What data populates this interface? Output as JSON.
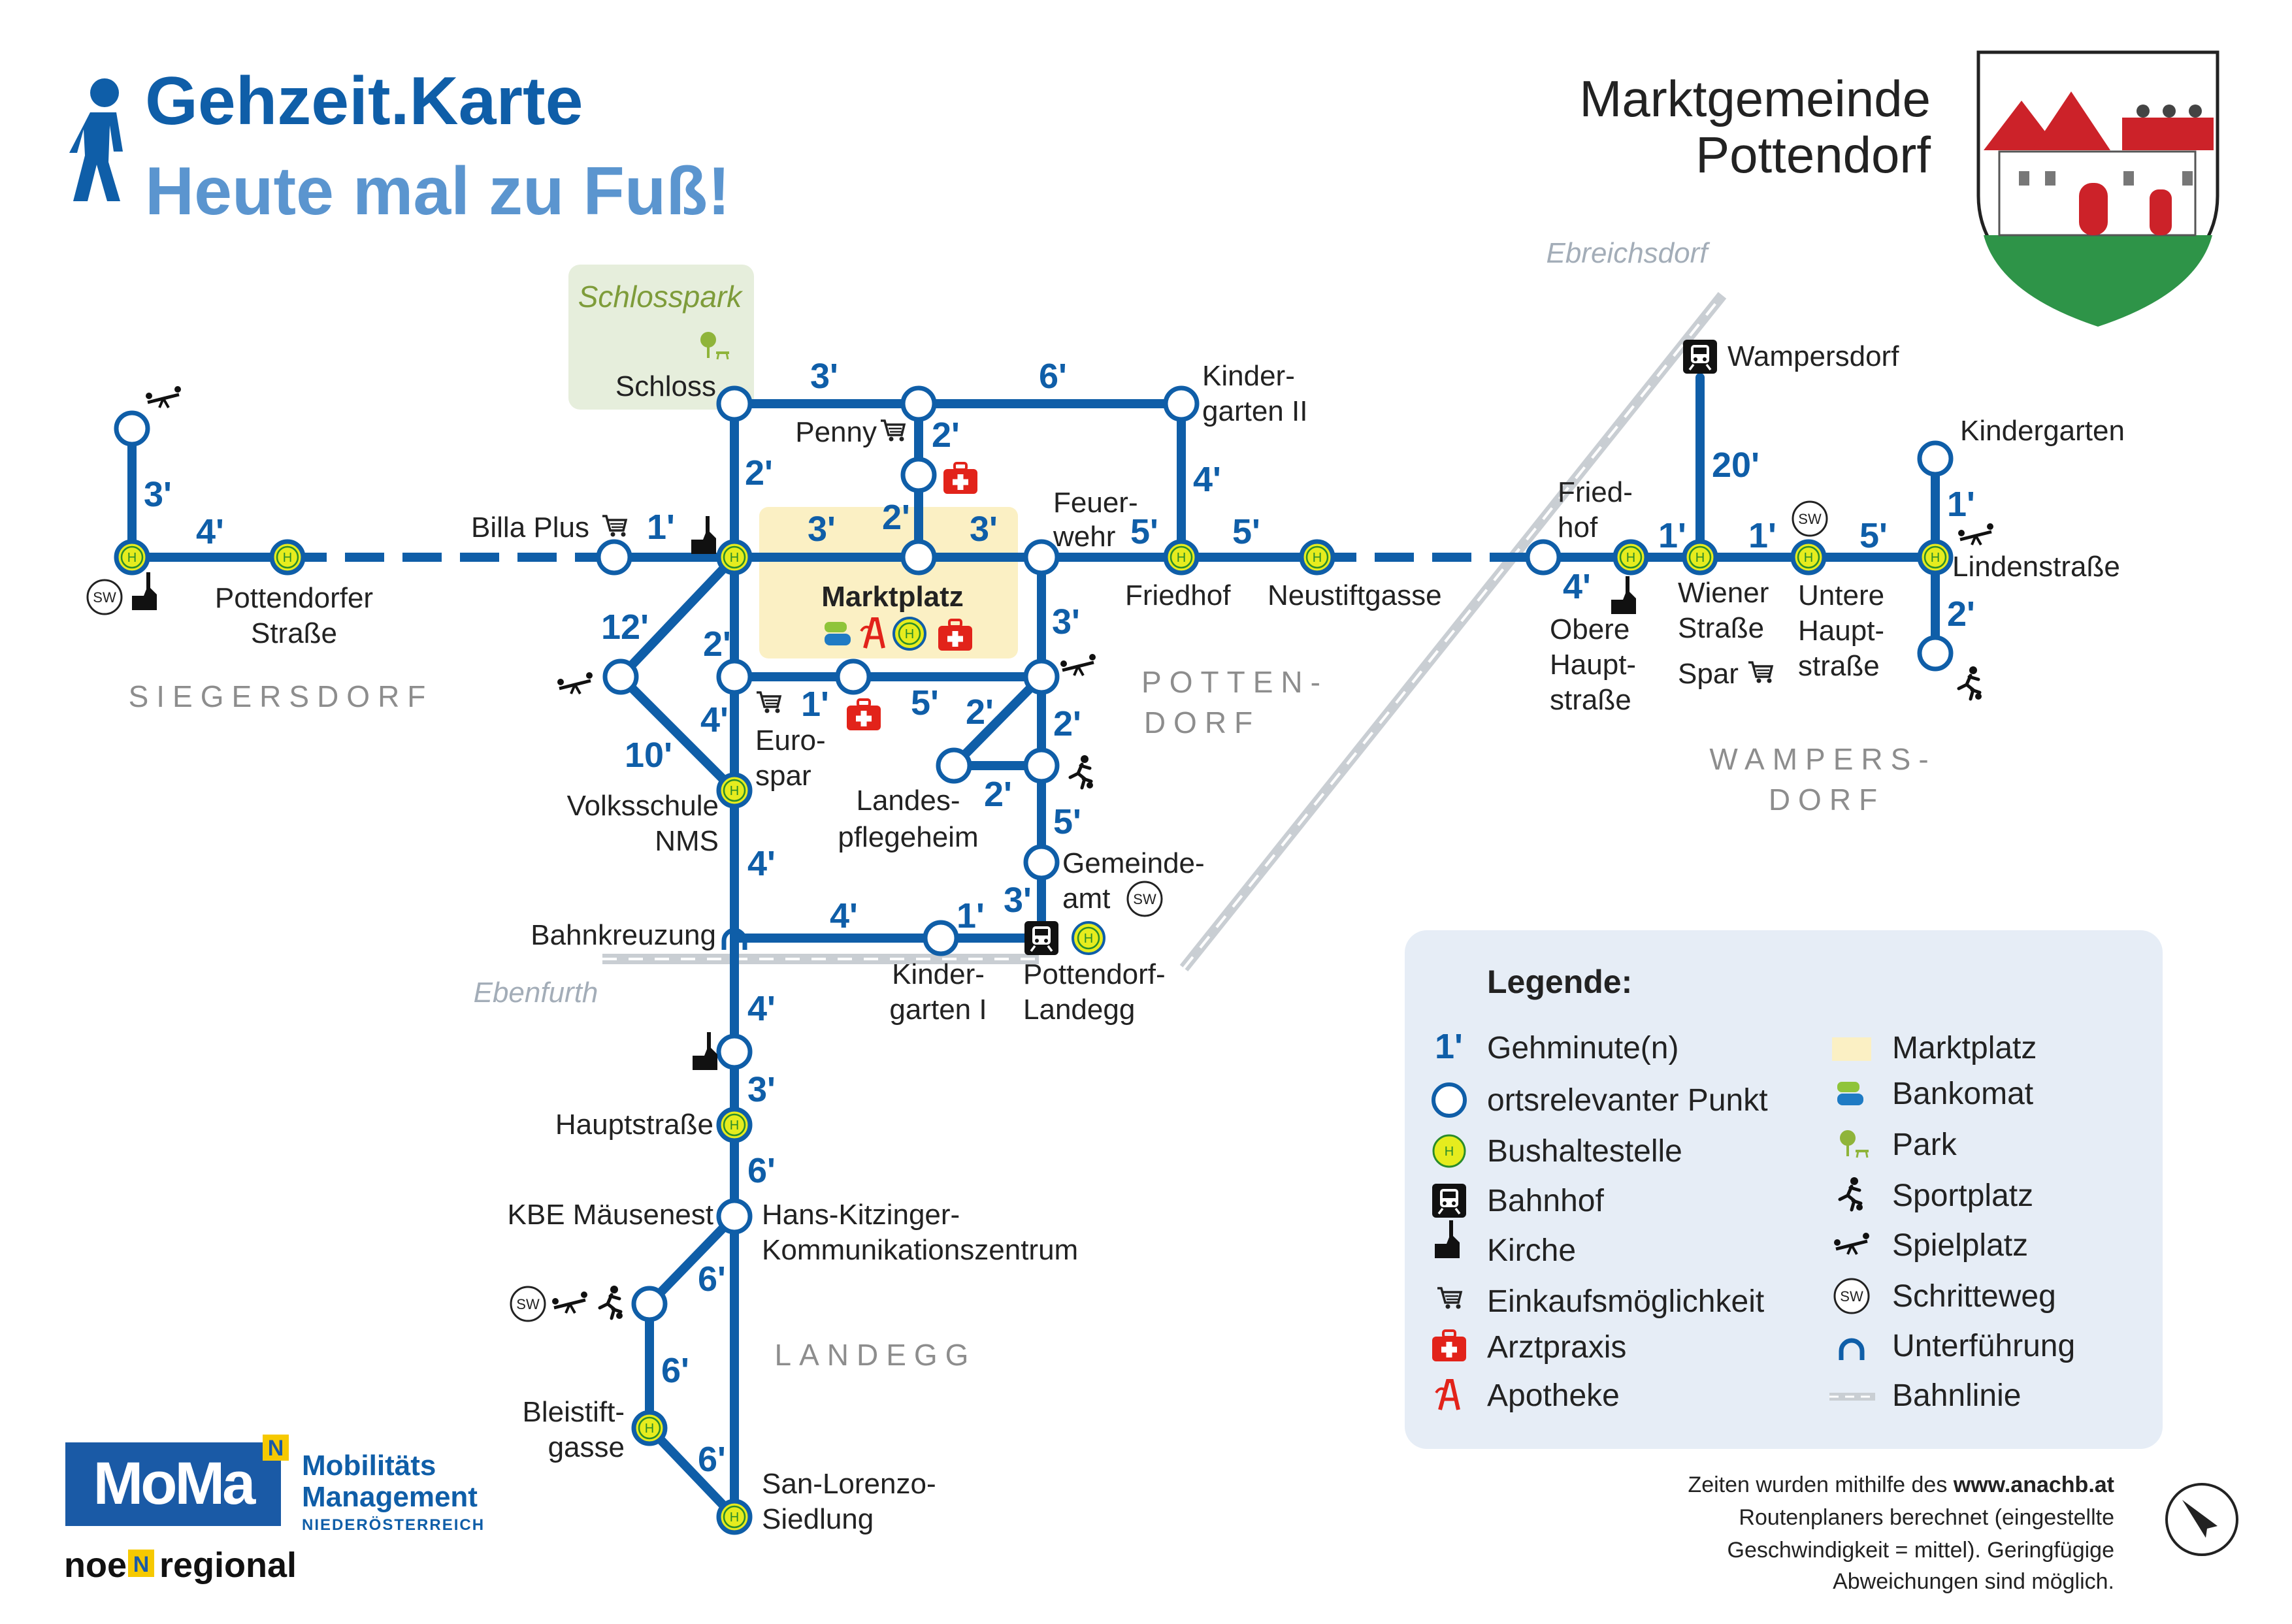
{
  "header": {
    "title": "Gehzeit.Karte",
    "subtitle": "Heute mal zu Fuß!",
    "municipality_line1": "Marktgemeinde",
    "municipality_line2": "Pottendorf"
  },
  "districts": {
    "siegersdorf": "SIEGERSDORF",
    "pottendorf_1": "POTTEN-",
    "pottendorf_2": "DORF",
    "wampersdorf_1": "WAMPERS-",
    "wampersdorf_2": "DORF",
    "landegg": "LANDEGG"
  },
  "rail_directions": {
    "ebreichsdorf": "Ebreichsdorf",
    "ebenfurth": "Ebenfurth"
  },
  "park_label": "Schlosspark",
  "places": {
    "schloss": "Schloss",
    "penny": "Penny",
    "kindergarten2_1": "Kinder-",
    "kindergarten2_2": "garten II",
    "billa_plus": "Billa Plus",
    "feuerwehr_1": "Feuer-",
    "feuerwehr_2": "wehr",
    "friedhof_1": "Friedhof",
    "neustiftgasse": "Neustiftgasse",
    "marktplatz": "Marktplatz",
    "pottendorfer_1": "Pottendorfer",
    "pottendorfer_2": "Straße",
    "eurospar_1": "Euro-",
    "eurospar_2": "spar",
    "volksschule_1": "Volksschule",
    "volksschule_2": "NMS",
    "landespflegeheim_1": "Landes-",
    "landespflegeheim_2": "pflegeheim",
    "gemeindeamt_1": "Gemeinde-",
    "gemeindeamt_2": "amt",
    "bahnkreuzung": "Bahnkreuzung",
    "kindergarten1_1": "Kinder-",
    "kindergarten1_2": "garten I",
    "pottendorf_landegg_1": "Pottendorf-",
    "pottendorf_landegg_2": "Landegg",
    "hauptstrasse": "Hauptstraße",
    "kbe": "KBE Mäusenest",
    "hk_1": "Hans-Kitzinger-",
    "hk_2": "Kommunikationszentrum",
    "bleistift_1": "Bleistift-",
    "bleistift_2": "gasse",
    "sanlorenzo_1": "San-Lorenzo-",
    "sanlorenzo_2": "Siedlung",
    "wampersdorf": "Wampersdorf",
    "kindergarten": "Kindergarten",
    "friedhof2_1": "Fried-",
    "friedhof2_2": "hof",
    "obere_1": "Obere",
    "obere_2": "Haupt-",
    "obere_3": "straße",
    "wiener_1": "Wiener",
    "wiener_2": "Straße",
    "spar": "Spar",
    "untere_1": "Untere",
    "untere_2": "Haupt-",
    "untere_3": "straße",
    "lindenstrasse": "Lindenstraße"
  },
  "minutes": {
    "m01": "3'",
    "m02": "4'",
    "m03": "1'",
    "m04": "3'",
    "m05": "2'",
    "m06": "6'",
    "m07": "2'",
    "m08": "2'",
    "m09": "4'",
    "m10": "3'",
    "m11": "3'",
    "m12": "5'",
    "m13": "5'",
    "m14": "12'",
    "m15": "2'",
    "m16": "3'",
    "m17": "1'",
    "m18": "5'",
    "m19": "2'",
    "m20": "4'",
    "m21": "10'",
    "m22": "2'",
    "m23": "2'",
    "m24": "5'",
    "m25": "4'",
    "m26": "3'",
    "m27": "4'",
    "m28": "1'",
    "m29": "4'",
    "m30": "3'",
    "m31": "6'",
    "m32": "6'",
    "m33": "6'",
    "m34": "6'",
    "m35": "20'",
    "m36": "1'",
    "m37": "4'",
    "m38": "1'",
    "m39": "1'",
    "m40": "5'",
    "m41": "1'",
    "m42": "2'"
  },
  "icon_texts": {
    "bus": "H",
    "schritteweg": "SW"
  },
  "legend": {
    "title": "Legende:",
    "sample_minute": "1'",
    "items_left": [
      "Gehminute(n)",
      "ortsrelevanter Punkt",
      "Bushaltestelle",
      "Bahnhof",
      "Kirche",
      "Einkaufsmöglichkeit",
      "Arztpraxis",
      "Apotheke"
    ],
    "items_right": [
      "Marktplatz",
      "Bankomat",
      "Park",
      "Sportplatz",
      "Spielplatz",
      "Schritteweg",
      "Unterführung",
      "Bahnlinie"
    ]
  },
  "footnote": {
    "line1_pre": "Zeiten wurden mithilfe des ",
    "line1_link": "www.anachb.at",
    "line2": "Routenplaners berechnet (eingestellte",
    "line3": "Geschwindigkeit = mittel). Geringfügige",
    "line4": "Abweichungen sind möglich."
  },
  "logo": {
    "moma": "MoMa",
    "line1": "Mobilitäts",
    "line2": "Management",
    "line3": "NIEDERÖSTERREICH",
    "noe_left": "noe",
    "noe_right": "regional",
    "n_mark": "N"
  },
  "colors": {
    "route": "#0f5ea8",
    "title_light": "#5b95cf",
    "bus_fill": "#e6ec1e",
    "bus_stroke": "#2a8c2a",
    "marktplatz_bg": "#fbf0c4",
    "park_bg": "#e6eedc",
    "legend_bg": "#e6edf6",
    "doctor_red": "#e2231a",
    "rail": "#c9ced3"
  }
}
